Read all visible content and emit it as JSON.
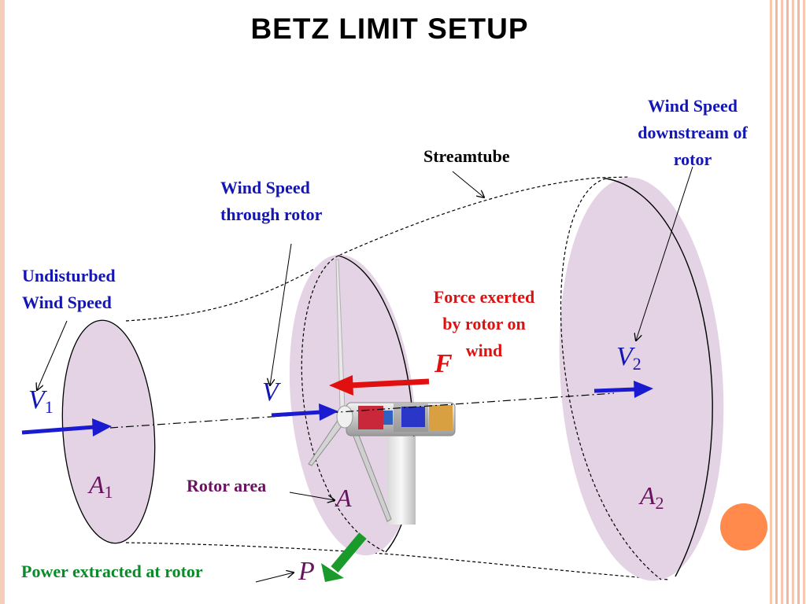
{
  "title": "BETZ LIMIT SETUP",
  "labels": {
    "streamtube": "Streamtube",
    "wind_speed_downstream": [
      "Wind Speed",
      "downstream of",
      "rotor"
    ],
    "wind_speed_through": [
      "Wind Speed",
      "through rotor"
    ],
    "undisturbed": [
      "Undisturbed",
      "Wind Speed"
    ],
    "force_exerted": [
      "Force exerted",
      "by rotor on",
      "wind"
    ],
    "rotor_area": "Rotor area",
    "power_extracted": "Power extracted at rotor"
  },
  "symbols": {
    "v1": "V",
    "v1_sub": "1",
    "v": "V",
    "v2": "V",
    "v2_sub": "2",
    "f": "F",
    "a1": "A",
    "a1_sub": "1",
    "a": "A",
    "a2": "A",
    "a2_sub": "2",
    "p": "P"
  },
  "colors": {
    "label_blue": "#1416b4",
    "force_red": "#e01010",
    "rotor_purple": "#6a1460",
    "power_green": "#0a8a28",
    "disk_fill": "#e4d3e4",
    "accent_orange": "#ff8a4c"
  }
}
